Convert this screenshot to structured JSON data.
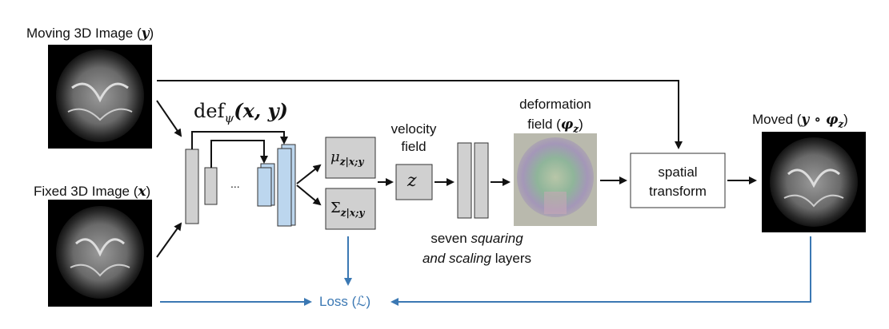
{
  "labels": {
    "moving_image": "Moving 3D Image (",
    "moving_var": "y",
    "fixed_image": "Fixed 3D Image (",
    "fixed_var": "x",
    "net_func": "def",
    "net_sub": "ψ",
    "net_args": "(x, y)",
    "ellipsis": "...",
    "mu": "μ",
    "mu_sub": "z|x;y",
    "sigma": "Σ",
    "sigma_sub": "z|x;y",
    "velocity_line1": "velocity",
    "velocity_line2": "field",
    "z": "z",
    "deformation_line1": "deformation",
    "deformation_line2": "field (",
    "deformation_var": "φ",
    "deformation_sub": "z",
    "squaring_1": "seven ",
    "squaring_2": "squaring",
    "squaring_3": "and scaling",
    "squaring_4": " layers",
    "spatial_line1": "spatial",
    "spatial_line2": "transform",
    "moved_1": "Moved (",
    "moved_2": "y ∘ φ",
    "moved_sub": "z",
    "loss": "Loss (ℒ)",
    "close_paren": ")"
  },
  "colors": {
    "arrow": "#111111",
    "loss_arrow": "#3b78b3",
    "gray_block": "#d0d0d0",
    "blue_block": "#bcd6ee"
  }
}
